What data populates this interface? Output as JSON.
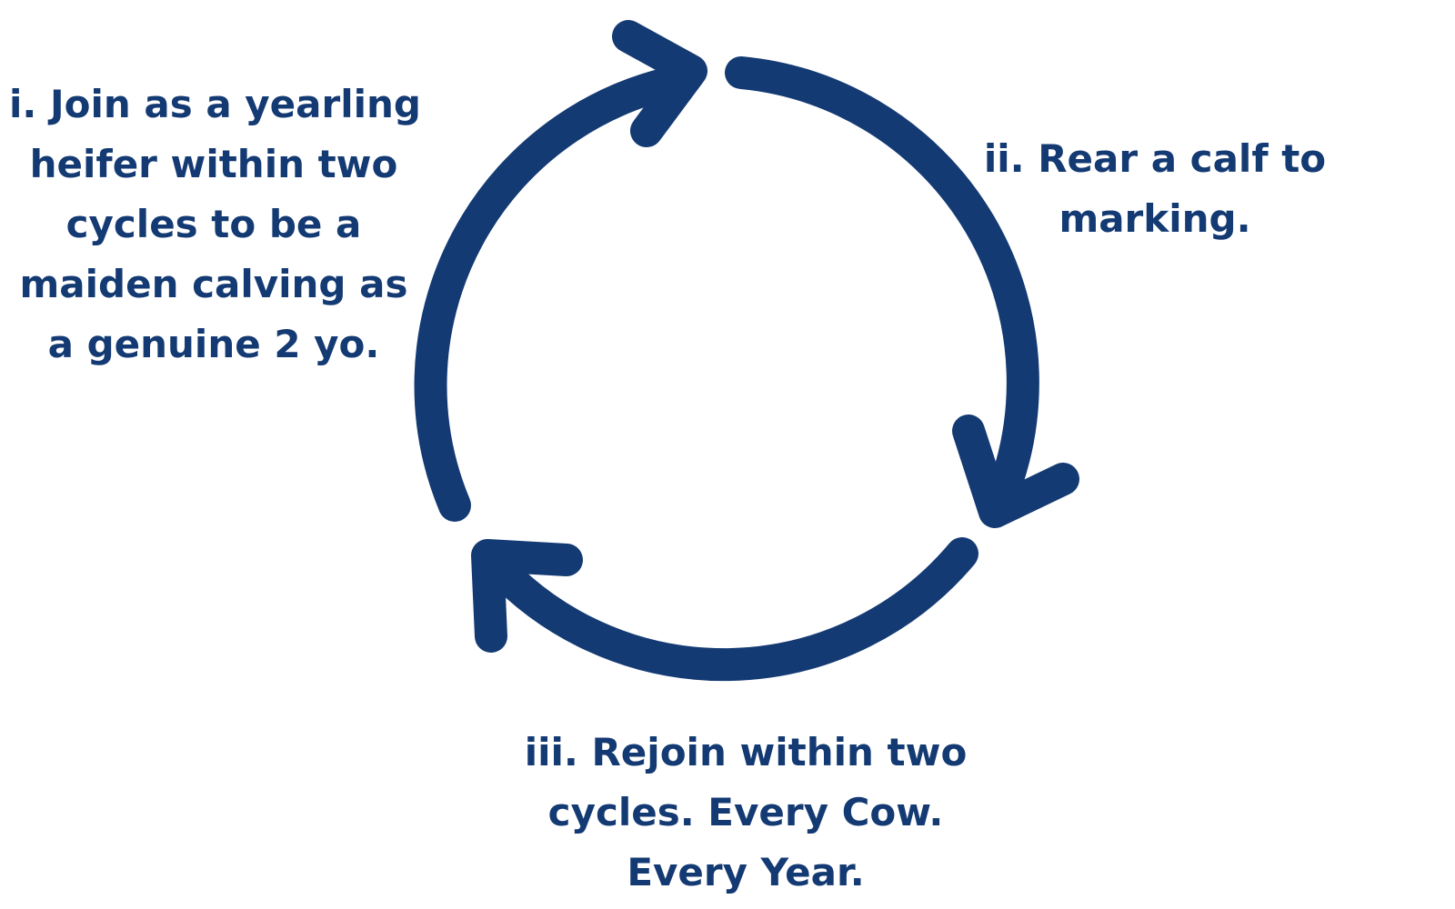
{
  "colors": {
    "primary": "#143a73",
    "background": "#ffffff"
  },
  "steps": [
    {
      "lines": [
        "i. Join as a yearling",
        "heifer within two",
        "cycles to be a",
        "maiden calving as",
        "a genuine 2 yo."
      ]
    },
    {
      "lines": [
        "ii. Rear a calf to",
        "marking."
      ]
    },
    {
      "lines": [
        "iii. Rejoin within two",
        "cycles. Every Cow.",
        "Every Year."
      ]
    }
  ],
  "icons": {
    "arrows": [
      "arrow-1-icon",
      "arrow-2-icon",
      "arrow-3-icon"
    ]
  }
}
